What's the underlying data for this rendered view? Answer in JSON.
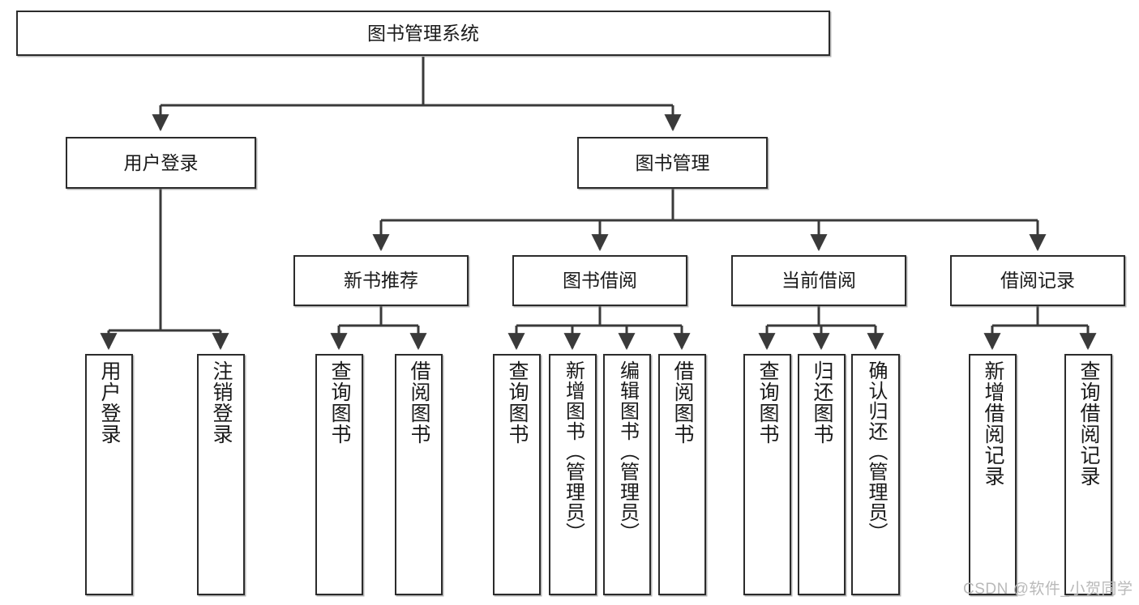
{
  "diagram": {
    "title": "图书管理系统",
    "type": "tree-hierarchy",
    "watermark": "CSDN @软件_小贺同学",
    "colors": {
      "box_border": "#2b2b2b",
      "box_fill": "#ffffff",
      "edge": "#3a3a3a",
      "text": "#1a1a1a",
      "watermark": "#b9b9b9"
    },
    "nodes": {
      "root": "图书管理系统",
      "level2": {
        "user_login": "用户登录",
        "book_manage": "图书管理"
      },
      "level3": {
        "new_book_rec": "新书推荐",
        "book_borrow": "图书借阅",
        "current_borrow": "当前借阅",
        "borrow_record": "借阅记录"
      },
      "leaves": {
        "user_login_1": "用户登录",
        "user_login_2": "注销登录",
        "new_book_rec_1": "查询图书",
        "new_book_rec_2": "借阅图书",
        "book_borrow_1": "查询图书",
        "book_borrow_2": "新增图书（管理员）",
        "book_borrow_3": "编辑图书（管理员）",
        "book_borrow_4": "借阅图书",
        "current_borrow_1": "查询图书",
        "current_borrow_2": "归还图书",
        "current_borrow_3": "确认归还（管理员）",
        "borrow_record_1": "新增借阅记录",
        "borrow_record_2": "查询借阅记录"
      }
    }
  }
}
